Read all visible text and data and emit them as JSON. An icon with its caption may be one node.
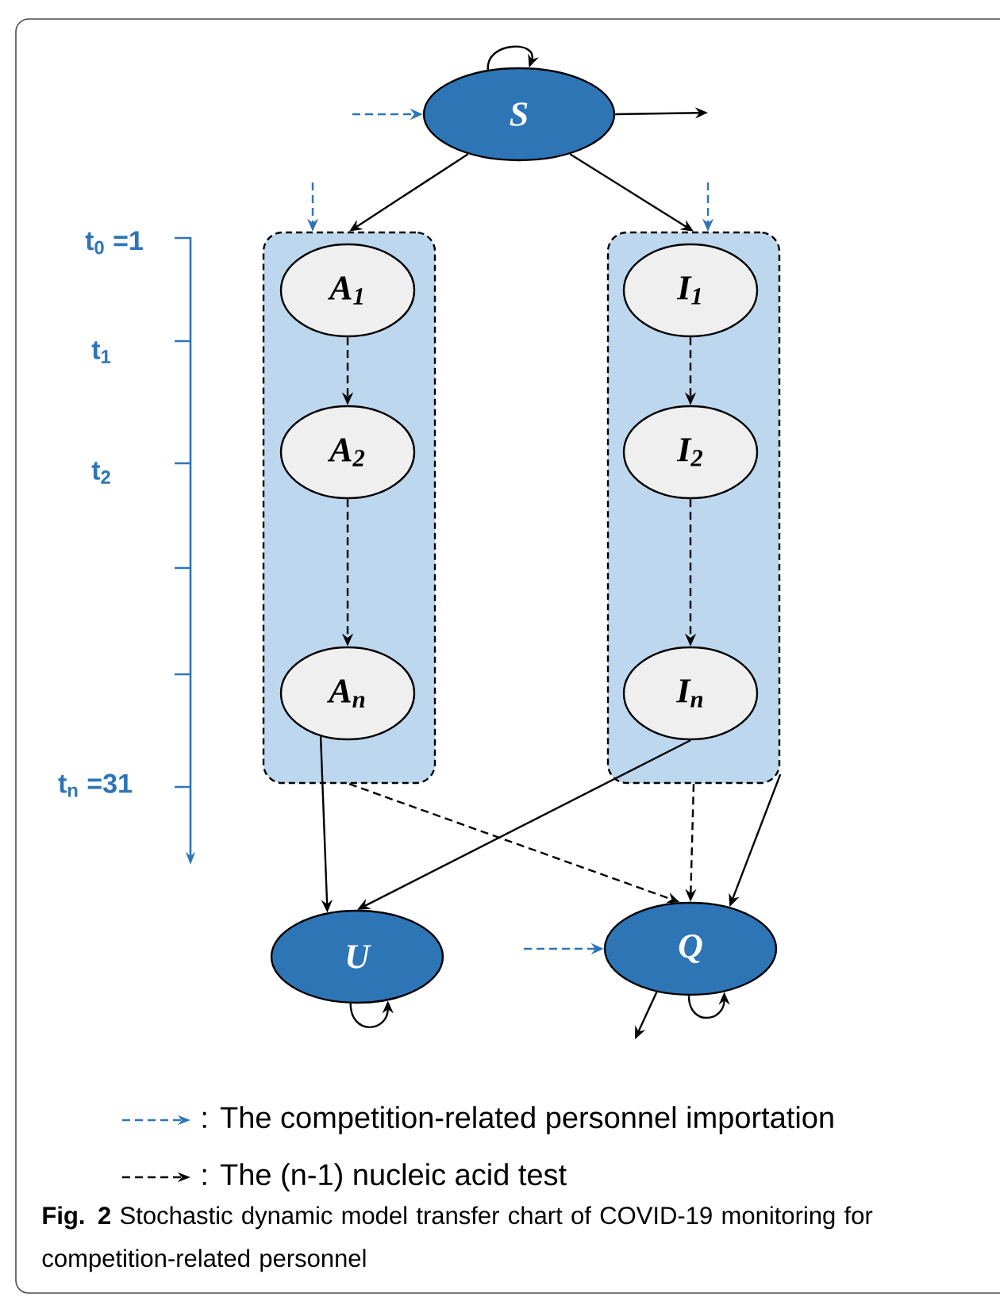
{
  "diagram": {
    "caption": "**Fig. 2** Stochastic dynamic model transfer chart of COVID-19 monitoring for competition-related personnel",
    "nodes": [
      {
        "text": [
          "S"
        ]
      },
      {
        "text": [],
        "shape": "box"
      },
      {
        "text": [
          "A$_{1}$"
        ],
        "in": 1
      },
      {
        "text": [
          "A$_{2}$"
        ],
        "in": 1
      },
      {
        "text": [
          "A$_{n}$"
        ],
        "in": 1
      },
      {
        "text": [],
        "shape": "box"
      },
      {
        "text": [
          "I$_{1}$"
        ],
        "in": 5
      },
      {
        "text": [
          "I$_{2}$"
        ],
        "in": 5
      },
      {
        "text": [
          "I$_{n}$"
        ],
        "in": 5
      },
      {
        "text": [
          "U"
        ]
      },
      {
        "text": [
          "Q"
        ]
      }
    ],
    "edges": [
      {
        "from": 0,
        "to": 0,
        "arrow": "to"
      },
      {
        "from": null,
        "to": 0,
        "arrow": "to",
        "style": "dashed",
        "color": "#2e75b6"
      },
      {
        "from": 0,
        "to": null,
        "arrow": "to"
      },
      {
        "from": 0,
        "to": 1,
        "arrow": "to"
      },
      {
        "from": 0,
        "to": 5,
        "arrow": "to"
      },
      {
        "from": null,
        "to": 1,
        "arrow": "to",
        "style": "dashed",
        "color": "#2e75b6"
      },
      {
        "from": null,
        "to": 5,
        "arrow": "to",
        "style": "dashed",
        "color": "#2e75b6"
      },
      {
        "from": 2,
        "to": 3,
        "arrow": "to",
        "style": "dashed"
      },
      {
        "from": 3,
        "to": 4,
        "arrow": "to",
        "style": "dashed"
      },
      {
        "from": 6,
        "to": 7,
        "arrow": "to",
        "style": "dashed"
      },
      {
        "from": 7,
        "to": 8,
        "arrow": "to",
        "style": "dashed"
      },
      {
        "from": 4,
        "to": 9,
        "arrow": "to"
      },
      {
        "from": 8,
        "to": 9,
        "arrow": "to"
      },
      {
        "from": 1,
        "to": 10,
        "arrow": "to",
        "style": "dashed"
      },
      {
        "from": 5,
        "to": 10,
        "arrow": "to",
        "style": "dashed"
      },
      {
        "from": 5,
        "to": 10,
        "arrow": "to"
      },
      {
        "from": 9,
        "to": 9,
        "arrow": "to"
      },
      {
        "from": null,
        "to": 10,
        "arrow": "to",
        "style": "dashed",
        "color": "#2e75b6"
      },
      {
        "from": 10,
        "to": null,
        "arrow": "to"
      },
      {
        "from": 10,
        "to": 10,
        "arrow": "to"
      }
    ],
    "labels": [
      "t$_{0}$ =1",
      "t$_{1}$",
      "t$_{2}$",
      "t$_{n}$ =31"
    ],
    "legend": [
      {
        "text": ": The competition-related personnel importation"
      },
      {
        "text": ": The (n-1) nucleic acid test"
      }
    ]
  }
}
